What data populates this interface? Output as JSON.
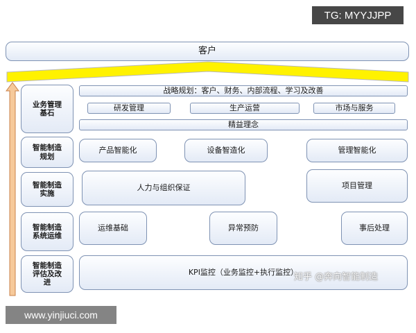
{
  "customer": "客户",
  "rows": [
    {
      "label": "业务管理\n基石",
      "strategy": "战略规划：客户、财务、内部流程、学习及改善",
      "functions": [
        "研发管理",
        "生产运营",
        "市场与服务"
      ],
      "foundation": "精益理念"
    },
    {
      "label": "智能制造\n规划",
      "items": [
        "产品智能化",
        "设备智造化",
        "管理智能化"
      ]
    },
    {
      "label": "智能制造\n实施",
      "items": [
        "人力与组织保证",
        "项目管理"
      ]
    },
    {
      "label": "智能制造\n系统运维",
      "items": [
        "运维基础",
        "异常预防",
        "事后处理"
      ]
    },
    {
      "label": "智能制造\n评估及改\n进",
      "items": [
        "KPI监控（业务监控+执行监控）"
      ]
    }
  ],
  "watermarks": {
    "tag": "TG: MYYJJPP",
    "site": "www.yinjiuci.com",
    "zhihu": "知乎 @奔向智能制造"
  },
  "colors": {
    "box_border": "#7e92b3",
    "roof_fill": "#fff200",
    "arrow_fill": "#f6c99a",
    "arrow_border": "#c9824b"
  }
}
